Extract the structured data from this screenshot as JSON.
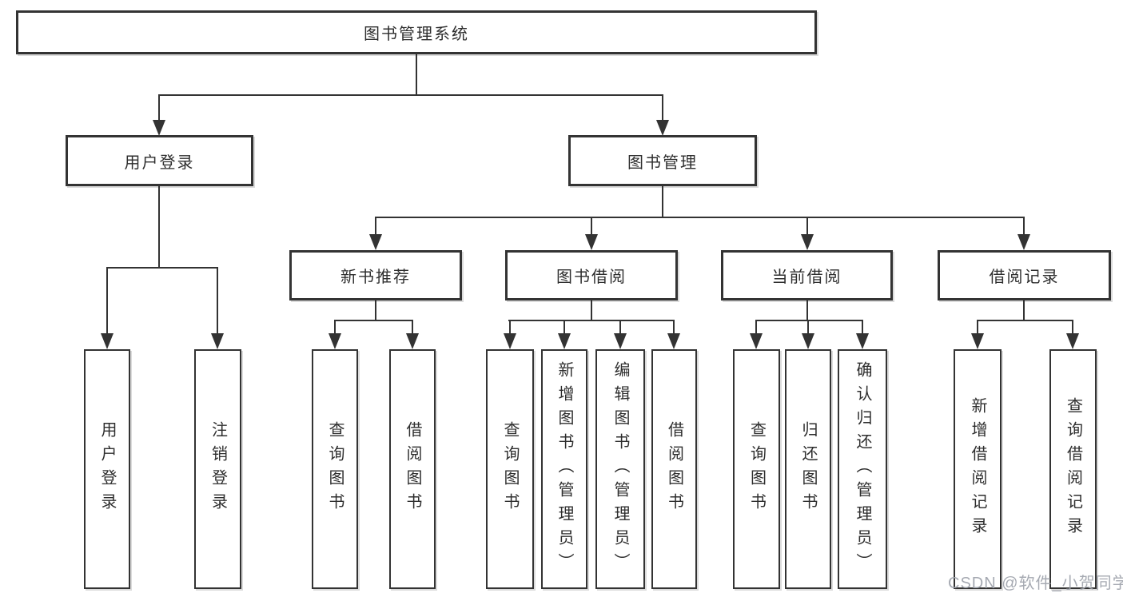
{
  "diagram": {
    "root": {
      "label": "图书管理系统"
    },
    "level2": [
      {
        "label": "用户登录"
      },
      {
        "label": "图书管理"
      }
    ],
    "level3": [
      {
        "label": "新书推荐"
      },
      {
        "label": "图书借阅"
      },
      {
        "label": "当前借阅"
      },
      {
        "label": "借阅记录"
      }
    ],
    "leaves_login": [
      "用户登录",
      "注销登录"
    ],
    "leaves_recommend": [
      "查询图书",
      "借阅图书"
    ],
    "leaves_borrow": [
      "查询图书",
      "新增图书（管理员）",
      "编辑图书（管理员）",
      "借阅图书"
    ],
    "leaves_current": [
      "查询图书",
      "归还图书",
      "确认归还（管理员）"
    ],
    "leaves_records": [
      "新增借阅记录",
      "查询借阅记录"
    ],
    "watermark": "CSDN @软件_小贺同学"
  },
  "colors": {
    "line": "#333333",
    "text": "#2e2e2e",
    "bg": "#ffffff",
    "box-bg": "#ffffff",
    "watermark": "#9fa3ac"
  }
}
